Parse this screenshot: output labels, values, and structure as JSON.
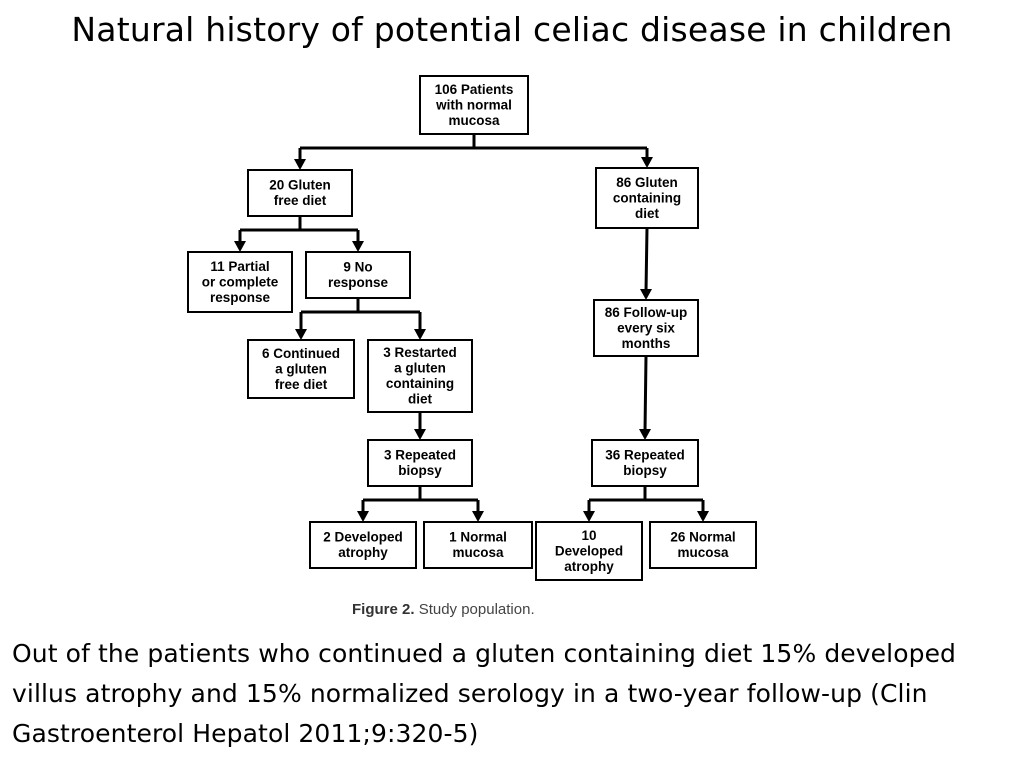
{
  "title": "Natural history of potential celiac disease in children",
  "diagram": {
    "nodes": [
      {
        "id": "root",
        "lines": [
          "106 Patients",
          "with normal",
          "mucosa"
        ]
      },
      {
        "id": "gfd",
        "lines": [
          "20 Gluten",
          "free diet"
        ]
      },
      {
        "id": "gcd",
        "lines": [
          "86 Gluten",
          "containing",
          "diet"
        ]
      },
      {
        "id": "partial",
        "lines": [
          "11 Partial",
          "or complete",
          "response"
        ]
      },
      {
        "id": "noresp",
        "lines": [
          "9 No",
          "response"
        ]
      },
      {
        "id": "followup",
        "lines": [
          "86 Follow-up",
          "every six",
          "months"
        ]
      },
      {
        "id": "contgfd",
        "lines": [
          "6 Continued",
          "a gluten",
          "free diet"
        ]
      },
      {
        "id": "restart",
        "lines": [
          "3 Restarted",
          "a gluten",
          "containing",
          "diet"
        ]
      },
      {
        "id": "biopsy3",
        "lines": [
          "3 Repeated",
          "biopsy"
        ]
      },
      {
        "id": "biopsy36",
        "lines": [
          "36 Repeated",
          "biopsy"
        ]
      },
      {
        "id": "atrophy2",
        "lines": [
          "2 Developed",
          "atrophy"
        ]
      },
      {
        "id": "normal1",
        "lines": [
          "1 Normal",
          "mucosa"
        ]
      },
      {
        "id": "atrophy10",
        "lines": [
          "10",
          "Developed",
          "atrophy"
        ]
      },
      {
        "id": "normal26",
        "lines": [
          "26 Normal",
          "mucosa"
        ]
      }
    ],
    "edges": [
      [
        "root",
        "gfd"
      ],
      [
        "root",
        "gcd"
      ],
      [
        "gfd",
        "partial"
      ],
      [
        "gfd",
        "noresp"
      ],
      [
        "gcd",
        "followup"
      ],
      [
        "noresp",
        "contgfd"
      ],
      [
        "noresp",
        "restart"
      ],
      [
        "followup",
        "biopsy36"
      ],
      [
        "restart",
        "biopsy3"
      ],
      [
        "biopsy3",
        "atrophy2"
      ],
      [
        "biopsy3",
        "normal1"
      ],
      [
        "biopsy36",
        "atrophy10"
      ],
      [
        "biopsy36",
        "normal26"
      ]
    ]
  },
  "caption": {
    "label": "Figure 2.",
    "text": "Study population."
  },
  "summary": "Out of the patients who continued a gluten containing diet 15% developed villus atrophy and 15% normalized serology in a two-year follow-up  (Clin Gastroenterol Hepatol 2011;9:320-5)"
}
